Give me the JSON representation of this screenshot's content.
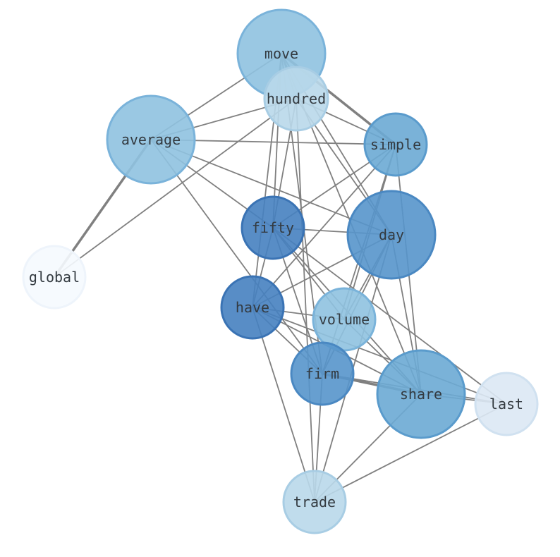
{
  "graph": {
    "nodes": [
      {
        "id": "move",
        "label": "move",
        "fill": "#8fc2e0",
        "stroke": "#7ab3da",
        "opacity": 0.9
      },
      {
        "id": "hundred",
        "label": "hundred",
        "fill": "#b9d8ea",
        "stroke": "#a8cde4",
        "opacity": 0.9
      },
      {
        "id": "average",
        "label": "average",
        "fill": "#8fc2e0",
        "stroke": "#7ab3da",
        "opacity": 0.9
      },
      {
        "id": "simple",
        "label": "simple",
        "fill": "#6caad4",
        "stroke": "#5a9bcc",
        "opacity": 0.9
      },
      {
        "id": "fifty",
        "label": "fifty",
        "fill": "#4681c0",
        "stroke": "#3a73b4",
        "opacity": 0.9
      },
      {
        "id": "day",
        "label": "day",
        "fill": "#5795cb",
        "stroke": "#4a88c2",
        "opacity": 0.9
      },
      {
        "id": "global",
        "label": "global",
        "fill": "#f5f9fe",
        "stroke": "#eef4fb",
        "opacity": 0.9
      },
      {
        "id": "have",
        "label": "have",
        "fill": "#4681c0",
        "stroke": "#3a73b4",
        "opacity": 0.9
      },
      {
        "id": "volume",
        "label": "volume",
        "fill": "#8fc2e0",
        "stroke": "#7ab3da",
        "opacity": 0.9
      },
      {
        "id": "firm",
        "label": "firm",
        "fill": "#5795cb",
        "stroke": "#4a88c2",
        "opacity": 0.9
      },
      {
        "id": "share",
        "label": "share",
        "fill": "#6caad4",
        "stroke": "#5a9bcc",
        "opacity": 0.9
      },
      {
        "id": "last",
        "label": "last",
        "fill": "#dbe8f4",
        "stroke": "#d0e1f0",
        "opacity": 0.9
      },
      {
        "id": "trade",
        "label": "trade",
        "fill": "#b9d8ea",
        "stroke": "#a8cde4",
        "opacity": 0.9
      }
    ],
    "edges": [
      {
        "source": "move",
        "target": "hundred",
        "weight": 1
      },
      {
        "source": "move",
        "target": "average",
        "weight": 1
      },
      {
        "source": "move",
        "target": "simple",
        "weight": 3
      },
      {
        "source": "move",
        "target": "fifty",
        "weight": 1
      },
      {
        "source": "move",
        "target": "day",
        "weight": 1
      },
      {
        "source": "move",
        "target": "have",
        "weight": 1
      },
      {
        "source": "move",
        "target": "firm",
        "weight": 1
      },
      {
        "source": "move",
        "target": "share",
        "weight": 1
      },
      {
        "source": "hundred",
        "target": "average",
        "weight": 1
      },
      {
        "source": "hundred",
        "target": "simple",
        "weight": 1
      },
      {
        "source": "hundred",
        "target": "fifty",
        "weight": 1
      },
      {
        "source": "hundred",
        "target": "day",
        "weight": 1
      },
      {
        "source": "hundred",
        "target": "global",
        "weight": 1
      },
      {
        "source": "hundred",
        "target": "trade",
        "weight": 1
      },
      {
        "source": "average",
        "target": "simple",
        "weight": 1
      },
      {
        "source": "average",
        "target": "fifty",
        "weight": 1
      },
      {
        "source": "average",
        "target": "day",
        "weight": 1
      },
      {
        "source": "average",
        "target": "global",
        "weight": 3
      },
      {
        "source": "average",
        "target": "firm",
        "weight": 1
      },
      {
        "source": "simple",
        "target": "fifty",
        "weight": 1
      },
      {
        "source": "simple",
        "target": "have",
        "weight": 1
      },
      {
        "source": "simple",
        "target": "volume",
        "weight": 1
      },
      {
        "source": "simple",
        "target": "firm",
        "weight": 1
      },
      {
        "source": "simple",
        "target": "share",
        "weight": 1
      },
      {
        "source": "fifty",
        "target": "day",
        "weight": 1
      },
      {
        "source": "fifty",
        "target": "have",
        "weight": 1
      },
      {
        "source": "fifty",
        "target": "volume",
        "weight": 1
      },
      {
        "source": "fifty",
        "target": "firm",
        "weight": 1
      },
      {
        "source": "fifty",
        "target": "share",
        "weight": 1
      },
      {
        "source": "fifty",
        "target": "last",
        "weight": 1
      },
      {
        "source": "day",
        "target": "have",
        "weight": 1
      },
      {
        "source": "day",
        "target": "volume",
        "weight": 1
      },
      {
        "source": "day",
        "target": "firm",
        "weight": 1
      },
      {
        "source": "day",
        "target": "share",
        "weight": 1
      },
      {
        "source": "day",
        "target": "trade",
        "weight": 1
      },
      {
        "source": "have",
        "target": "volume",
        "weight": 1
      },
      {
        "source": "have",
        "target": "firm",
        "weight": 1
      },
      {
        "source": "have",
        "target": "share",
        "weight": 1
      },
      {
        "source": "have",
        "target": "last",
        "weight": 1
      },
      {
        "source": "have",
        "target": "trade",
        "weight": 1
      },
      {
        "source": "volume",
        "target": "share",
        "weight": 1
      },
      {
        "source": "firm",
        "target": "share",
        "weight": 3
      },
      {
        "source": "firm",
        "target": "last",
        "weight": 1
      },
      {
        "source": "firm",
        "target": "trade",
        "weight": 1
      },
      {
        "source": "share",
        "target": "last",
        "weight": 1
      },
      {
        "source": "share",
        "target": "trade",
        "weight": 1
      },
      {
        "source": "last",
        "target": "trade",
        "weight": 1
      }
    ]
  }
}
